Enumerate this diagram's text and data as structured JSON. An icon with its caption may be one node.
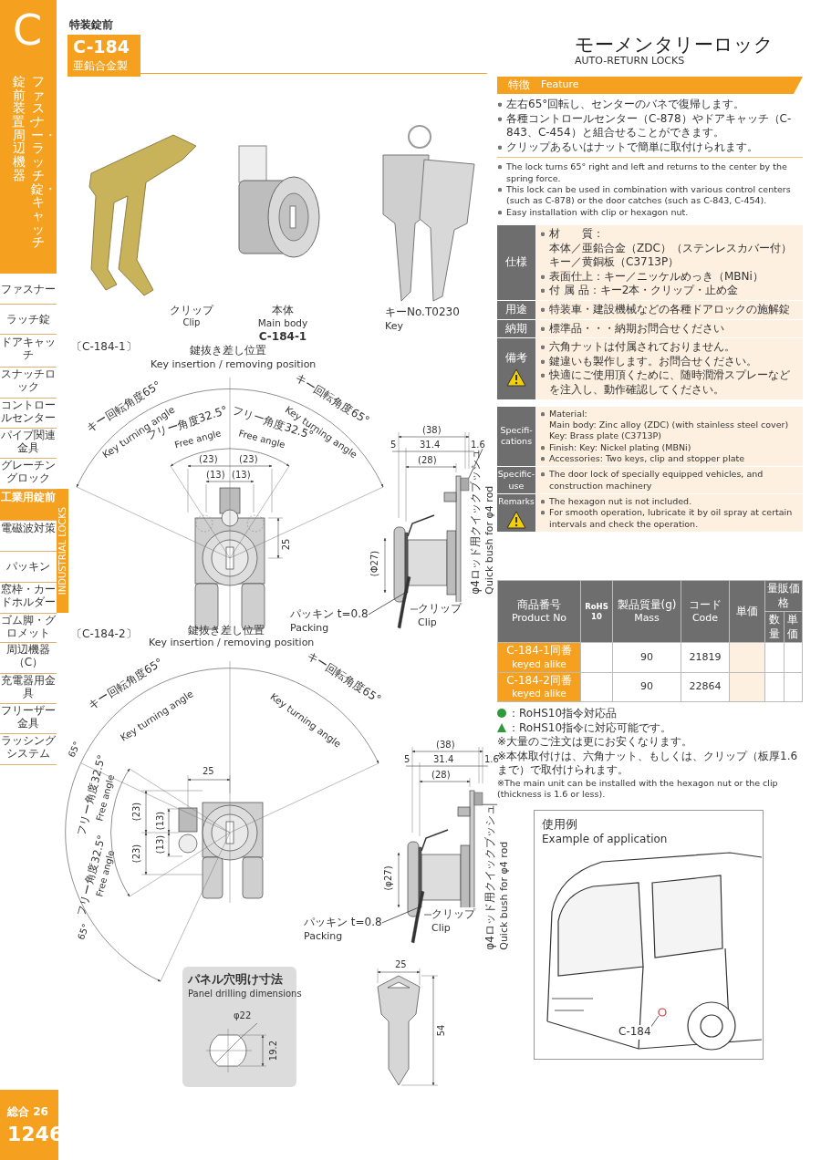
{
  "diagram": {
    "title": "モーメンタリーロック",
    "nodes": [
      {
        "text": [
          "パッキン t=0.8",
          "Packing"
        ]
      },
      {
        "text": [
          "クリップ",
          "Clip"
        ]
      },
      {
        "text": [
          "φ4ロッド用クイックブッシュ",
          "Quick bush for φ4 rod"
        ]
      },
      {
        "text": [
          "パッキン t=0.8",
          "Packing"
        ]
      },
      {
        "text": [
          "クリップ",
          "Clip"
        ]
      },
      {
        "text": [
          "φ4ロッド用クイックブッシュ",
          "Quick bush for φ4 rod"
        ]
      },
      {
        "text": [
          "C-184"
        ]
      },
      {
        "text": [],
        "shape": "bar"
      },
      {
        "text": [],
        "shape": "picture"
      },
      {
        "text": [],
        "shape": "box"
      },
      {
        "text": [],
        "shape": "bar"
      },
      {
        "text": [],
        "shape": "picture"
      },
      {
        "text": [],
        "shape": "box"
      },
      {
        "text": [],
        "shape": "circle"
      }
    ],
    "edges": [
      {
        "from": 0,
        "to": 7,
        "arrow": "none"
      },
      {
        "from": 1,
        "to": 8,
        "arrow": "none"
      },
      {
        "from": 2,
        "to": 9,
        "arrow": "none"
      },
      {
        "from": 3,
        "to": 10,
        "arrow": "none"
      },
      {
        "from": 4,
        "to": 11,
        "arrow": "none"
      },
      {
        "from": 5,
        "to": 12,
        "arrow": "none"
      },
      {
        "from": 6,
        "to": 13,
        "arrow": "none"
      }
    ],
    "labels": [
      "C",
      "ファスナー・ラッチ錠・キャッチ",
      "錠前装置・周辺機器",
      "ファスナー",
      "ラッチ錠",
      "ドアキャッチ",
      "スナッチロック",
      "コントロールセンター",
      "パイプ関連金具",
      "グレーチングロック",
      "工業用錠前",
      "電磁波対策",
      "パッキン",
      "窓枠・カードホルダー",
      "ゴム脚・グロメット",
      "周辺機器（C）",
      "充電器用金具",
      "フリーザー金具",
      "ラッシングシステム",
      "INDUSTRIAL LOCKS",
      "特装錠前",
      "C-184",
      "亜鉛合金製",
      "AUTO-RETURN LOCKS",
      "特徴",
      "Feature",
      "左右65°回転し、センターのバネで復帰します。",
      "各種コントロールセンター（C-878）やドアキャッチ（C-843、C-454）と組合せることができます。",
      "クリップあるいはナットで簡単に取付けられます。",
      "The lock turns 65° right and left and returns to the center by the spring force.",
      "This lock can be used in combination with various control centers (such as C-878) or the door catches (such as C-843, C-454).",
      "Easy installation with clip or hexagon nut.",
      "仕様",
      "材　　質：",
      "本体／亜鉛合金（ZDC）（ステンレスカバー付）",
      "キー／黄銅板（C3713P）",
      "表面仕上：キー／ニッケルめっき（MBNi）",
      "付 属 品：キー2本・クリップ・止め金",
      "用途",
      "特装車・建設機械などの各種ドアロックの施解錠",
      "納期",
      "標準品・・・納期お問合せください",
      "備考",
      "六角ナットは付属されておりません。",
      "鍵違いも製作します。お問合せください。",
      "快適にご使用頂くために、随時潤滑スプレーなどを注入し、動作確認してください。",
      "Specifi-cations",
      "Material:",
      "Main body: Zinc alloy (ZDC) (with stainless steel cover)",
      "Key: Brass plate (C3713P)",
      "Finish: Key: Nickel plating (MBNi)",
      "Accessories: Two keys, clip and stopper plate",
      "Specific-use",
      "The door lock of specially equipped vehicles, and construction machinery",
      "Remarks",
      "The hexagon nut is not included.",
      "For smooth operation, lubricate it by oil spray at certain intervals and check the operation.",
      "クリップ",
      "Clip",
      "本体",
      "Main body",
      "C-184-1",
      "キーNo.T0230",
      "Key",
      "商品番号",
      "Product No",
      "RoHS 10",
      "製品質量(g)",
      "Mass",
      "コード",
      "Code",
      "単価",
      "量販価格",
      "数量",
      "単価",
      "C-184-1同番",
      "keyed alike",
      "90",
      "21819",
      "C-184-2同番",
      "keyed alike",
      "90",
      "22864",
      "※大量のご注文は更にお安くなります。",
      "※本体取付けは、六角ナット、もしくは、クリップ（板厚1.6まで）で取付けられます。",
      "※The main unit can be installed with the hexagon nut or the clip (thickness is 1.6 or less).",
      "〔C-184-1〕",
      "鍵抜き差し位置",
      "Key insertion / removing position",
      "キー回転角度65°",
      "Key turning angle",
      "フリー角度32.5°",
      "Free angle",
      "キー回転角度65°",
      "Key turning angle",
      "フリー角度32.5°",
      "Free angle",
      "(23)",
      "(23)",
      "(13)",
      "(13)",
      "25",
      "(38)",
      "5",
      "31.4",
      "1.6",
      "(28)",
      "(Φ27)",
      "〔C-184-2〕",
      "鍵抜き差し位置",
      "Key insertion / removing position",
      "キー回転角度65°",
      "Key turning angle",
      "キー回転角度65°",
      "Key turning angle",
      "65°",
      "25",
      "フリー角度32.5°",
      "Free angle",
      "(23)",
      "(13)",
      "(13)",
      "(23)",
      "フリー角度32.5°",
      "Free angle",
      "65°",
      "(38)",
      "5",
      "31.4",
      "1.6",
      "(28)",
      "(φ27)",
      "25",
      "54",
      "パネル穴明け寸法",
      "Panel drilling dimensions",
      "φ22",
      "19.2",
      "使用例",
      "Example of application",
      "総合 26",
      "1246"
    ],
    "legend": [
      {
        "text": "：RoHS10指令対応品",
        "color": "#2e9a3c"
      },
      {
        "text": "：RoHS10指令に対応可能です。",
        "color": "#2e9a3c"
      }
    ]
  }
}
